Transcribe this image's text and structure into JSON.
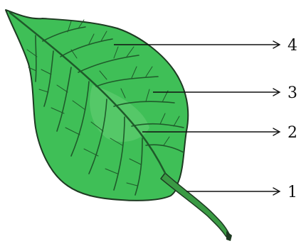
{
  "diagram": {
    "labels": [
      {
        "id": "petiole",
        "text": "4"
      },
      {
        "id": "vein",
        "text": "3"
      },
      {
        "id": "midrib",
        "text": "2"
      },
      {
        "id": "stalk",
        "text": "1"
      }
    ],
    "colors": {
      "leaf_fill": "#3fbf57",
      "leaf_light": "#7fd98a",
      "vein": "#1f5a2a",
      "outline": "#1e3a22",
      "stalk": "#3a9a44",
      "arrow": "#111111"
    }
  }
}
